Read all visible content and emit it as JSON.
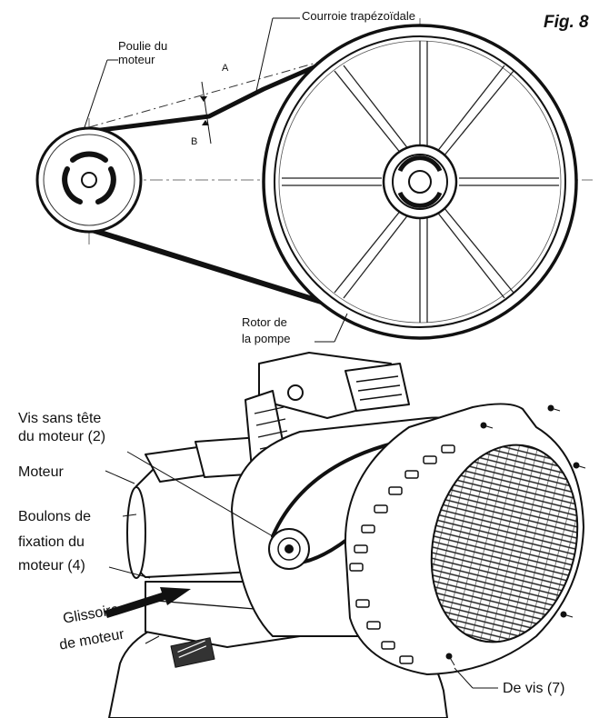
{
  "figure": {
    "number": "Fig. 8"
  },
  "top_diagram": {
    "belt_label": "Courroie trapézoïdale",
    "motor_pulley_label_1": "Poulie du",
    "motor_pulley_label_2": "moteur",
    "point_a": "A",
    "point_b": "B",
    "pump_rotor_label_1": "Rotor de",
    "pump_rotor_label_2": "la pompe"
  },
  "bottom_diagram": {
    "set_screw_label_1": "Vis sans tête",
    "set_screw_label_2": "du moteur (2)",
    "motor_label": "Moteur",
    "bolts_label_1": "Boulons de",
    "bolts_label_2": "fixation du",
    "bolts_label_3": "moteur (4)",
    "slide_label_1": "Glissoire",
    "slide_label_2": "de moteur",
    "screws_label": "De vis (7)"
  }
}
